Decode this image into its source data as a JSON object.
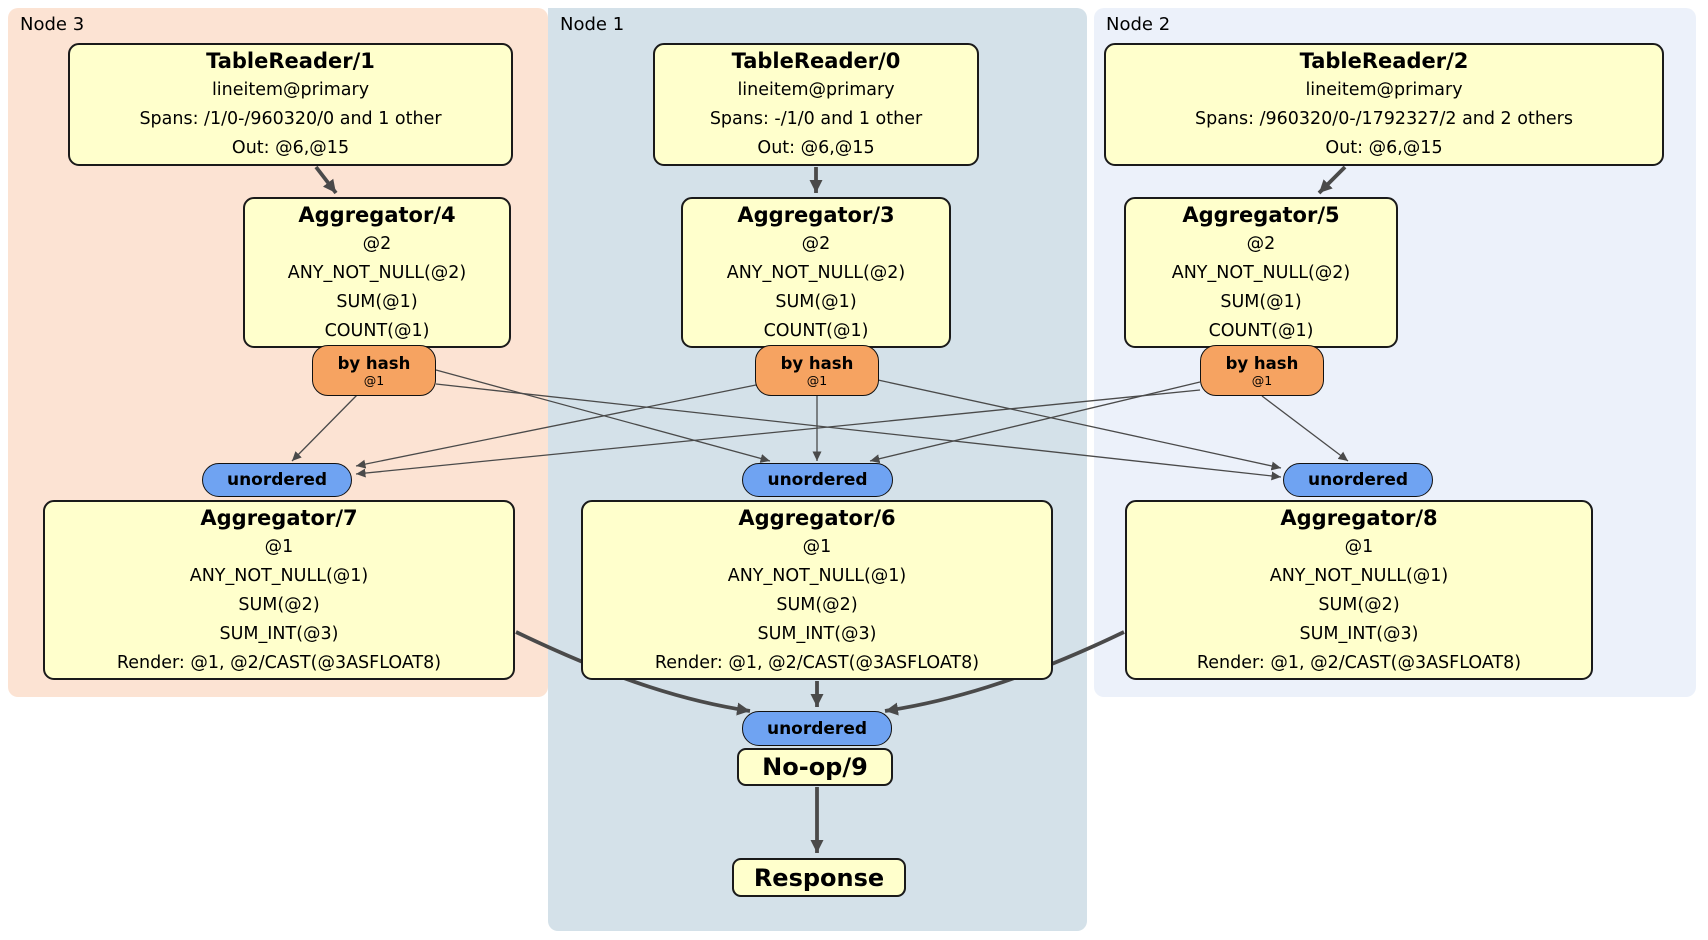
{
  "colors": {
    "canvas_bg": "#ffffff",
    "node3_bg": "#fce3d3",
    "node1_bg": "#d4e1e9",
    "node2_bg": "#ecf1fa",
    "proc_fill": "#ffffcc",
    "proc_border": "#1a1a1a",
    "router_fill": "#f6a361",
    "sync_fill": "#6fa3f2",
    "edge": "#4a4a4a"
  },
  "panels": {
    "node3": {
      "label": "Node 3"
    },
    "node1": {
      "label": "Node 1"
    },
    "node2": {
      "label": "Node 2"
    }
  },
  "processors": {
    "tr1": {
      "title": "TableReader/1",
      "lines": [
        "lineitem@primary",
        "Spans: /1/0-/960320/0 and 1 other",
        "Out: @6,@15"
      ]
    },
    "tr0": {
      "title": "TableReader/0",
      "lines": [
        "lineitem@primary",
        "Spans: -/1/0 and 1 other",
        "Out: @6,@15"
      ]
    },
    "tr2": {
      "title": "TableReader/2",
      "lines": [
        "lineitem@primary",
        "Spans: /960320/0-/1792327/2 and 2 others",
        "Out: @6,@15"
      ]
    },
    "agg4": {
      "title": "Aggregator/4",
      "lines": [
        "@2",
        "ANY_NOT_NULL(@2)",
        "SUM(@1)",
        "COUNT(@1)"
      ]
    },
    "agg3": {
      "title": "Aggregator/3",
      "lines": [
        "@2",
        "ANY_NOT_NULL(@2)",
        "SUM(@1)",
        "COUNT(@1)"
      ]
    },
    "agg5": {
      "title": "Aggregator/5",
      "lines": [
        "@2",
        "ANY_NOT_NULL(@2)",
        "SUM(@1)",
        "COUNT(@1)"
      ]
    },
    "agg7": {
      "title": "Aggregator/7",
      "lines": [
        "@1",
        "ANY_NOT_NULL(@1)",
        "SUM(@2)",
        "SUM_INT(@3)",
        "Render: @1, @2/CAST(@3ASFLOAT8)"
      ]
    },
    "agg6": {
      "title": "Aggregator/6",
      "lines": [
        "@1",
        "ANY_NOT_NULL(@1)",
        "SUM(@2)",
        "SUM_INT(@3)",
        "Render: @1, @2/CAST(@3ASFLOAT8)"
      ]
    },
    "agg8": {
      "title": "Aggregator/8",
      "lines": [
        "@1",
        "ANY_NOT_NULL(@1)",
        "SUM(@2)",
        "SUM_INT(@3)",
        "Render: @1, @2/CAST(@3ASFLOAT8)"
      ]
    },
    "noop": {
      "title": "No-op/9"
    },
    "response": {
      "title": "Response"
    }
  },
  "routers": [
    {
      "label": "by hash",
      "detail": "@1"
    },
    {
      "label": "by hash",
      "detail": "@1"
    },
    {
      "label": "by hash",
      "detail": "@1"
    }
  ],
  "syncs": [
    {
      "label": "unordered"
    },
    {
      "label": "unordered"
    },
    {
      "label": "unordered"
    },
    {
      "label": "unordered"
    }
  ]
}
